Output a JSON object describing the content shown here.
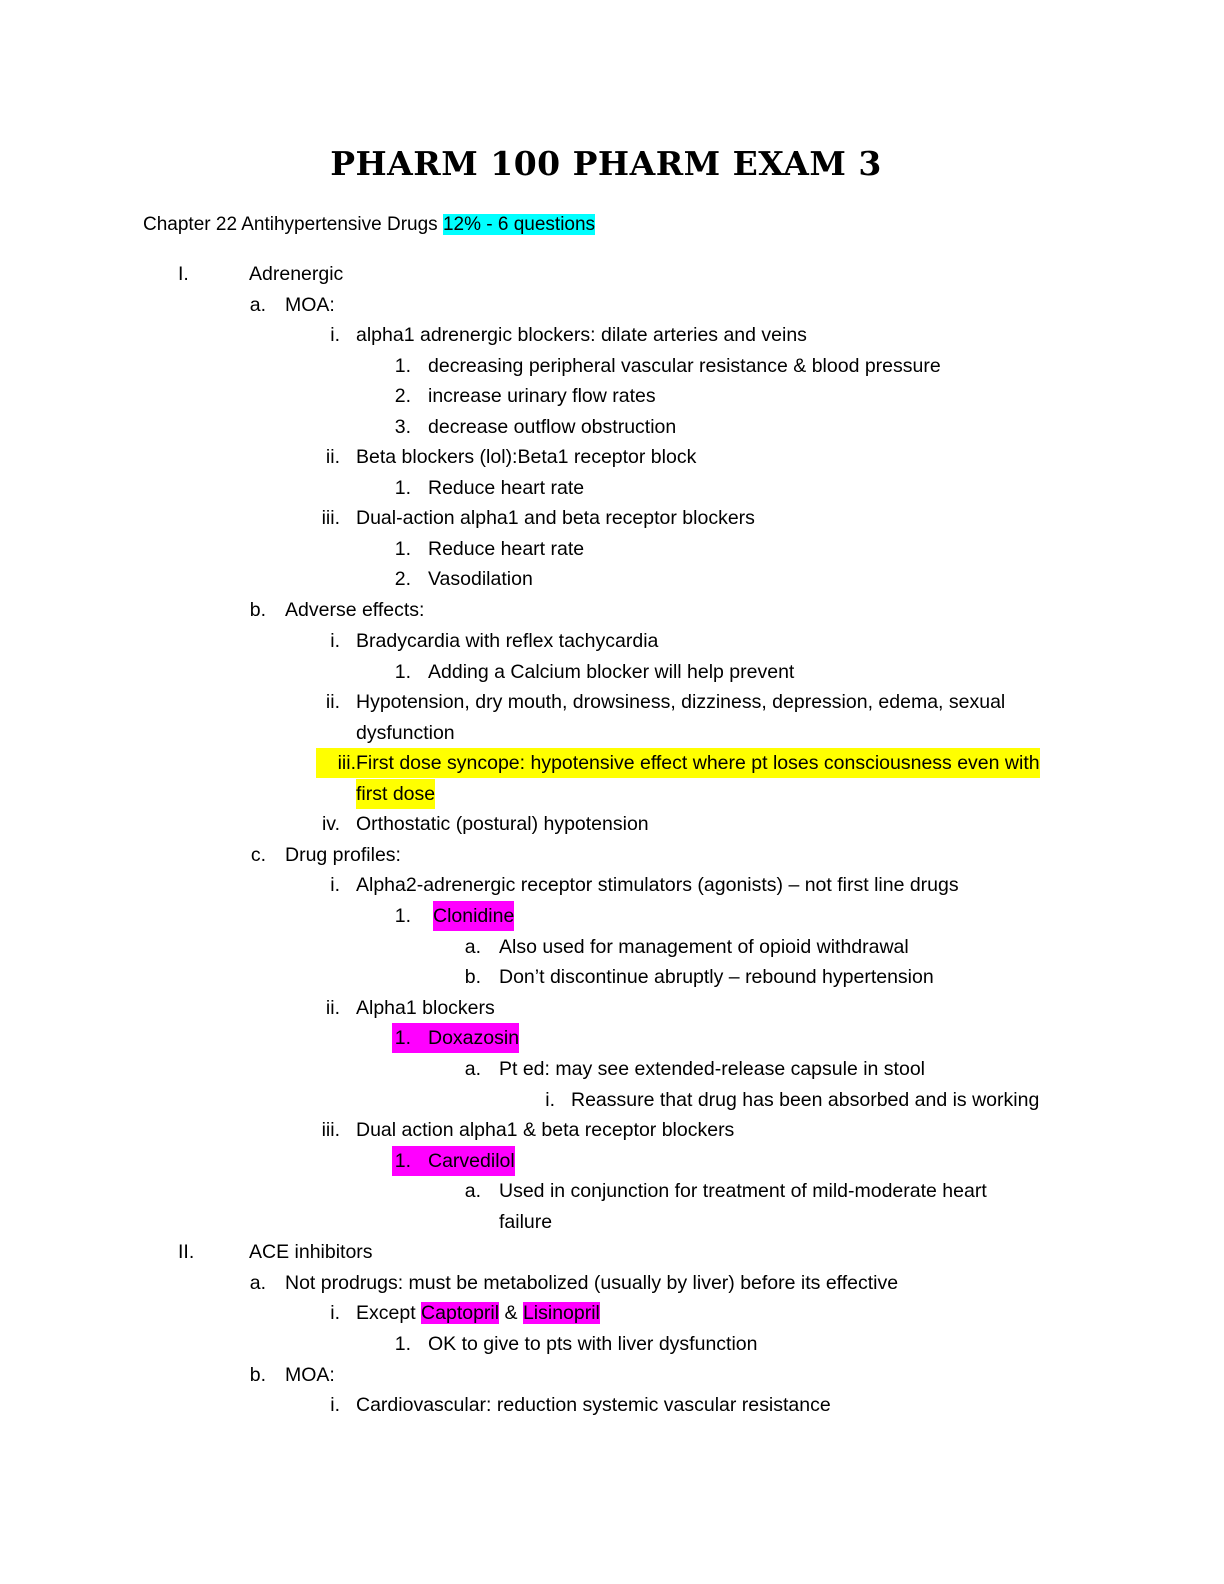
{
  "title": "PHARM 100 PHARM EXAM 3",
  "chapter": {
    "label": "Chapter 22 Antihypertensive Drugs",
    "highlight": "12% - 6 questions"
  },
  "outline": {
    "s1": {
      "marker": "I.",
      "text": "Adrenergic"
    },
    "s1a": {
      "marker": "a.",
      "text": "MOA:"
    },
    "s1a_i": {
      "marker": "i.",
      "text": "alpha1 adrenergic blockers: dilate arteries and veins"
    },
    "s1a_i_1": {
      "marker": "1.",
      "text": "decreasing peripheral vascular resistance & blood pressure"
    },
    "s1a_i_2": {
      "marker": "2.",
      "text": "increase urinary flow rates"
    },
    "s1a_i_3": {
      "marker": "3.",
      "text": "decrease outflow obstruction"
    },
    "s1a_ii": {
      "marker": "ii.",
      "text": "Beta blockers (lol):Beta1 receptor block"
    },
    "s1a_ii_1": {
      "marker": "1.",
      "text": "Reduce heart rate"
    },
    "s1a_iii": {
      "marker": "iii.",
      "text": "Dual-action alpha1 and beta receptor blockers"
    },
    "s1a_iii_1": {
      "marker": "1.",
      "text": "Reduce heart rate"
    },
    "s1a_iii_2": {
      "marker": "2.",
      "text": "Vasodilation"
    },
    "s1b": {
      "marker": "b.",
      "text": "Adverse effects:"
    },
    "s1b_i": {
      "marker": "i.",
      "text": "Bradycardia with reflex tachycardia"
    },
    "s1b_i_1": {
      "marker": "1.",
      "text": "Adding a Calcium blocker will help prevent"
    },
    "s1b_ii": {
      "marker": "ii.",
      "text": "Hypotension, dry mouth, drowsiness, dizziness, depression, edema, sexual",
      "cont": "dysfunction"
    },
    "s1b_iii": {
      "marker": "iii.",
      "text": "First dose syncope: hypotensive effect where pt loses consciousness even with",
      "cont": "first dose"
    },
    "s1b_iv": {
      "marker": "iv.",
      "text": "Orthostatic (postural) hypotension"
    },
    "s1c": {
      "marker": "c.",
      "text": "Drug profiles:"
    },
    "s1c_i": {
      "marker": "i.",
      "text": "Alpha2-adrenergic receptor stimulators (agonists) – not first line drugs"
    },
    "s1c_i_1": {
      "marker": "1.",
      "text": "Clonidine"
    },
    "s1c_i_1_a": {
      "marker": "a.",
      "text": "Also used for management of opioid withdrawal"
    },
    "s1c_i_1_b": {
      "marker": "b.",
      "text": "Don’t discontinue abruptly – rebound hypertension"
    },
    "s1c_ii": {
      "marker": "ii.",
      "text": "Alpha1 blockers"
    },
    "s1c_ii_1": {
      "marker": "1.",
      "text": "Doxazosin"
    },
    "s1c_ii_1_a": {
      "marker": "a.",
      "text": "Pt ed: may see extended-release capsule in stool"
    },
    "s1c_ii_1_a_i": {
      "marker": "i.",
      "text": "Reassure that drug has been absorbed and is working"
    },
    "s1c_iii": {
      "marker": "iii.",
      "text": "Dual action alpha1 & beta receptor blockers"
    },
    "s1c_iii_1": {
      "marker": "1.",
      "text": "Carvedilol"
    },
    "s1c_iii_1_a": {
      "marker": "a.",
      "text": "Used in conjunction for treatment of mild-moderate heart",
      "cont": "failure"
    },
    "s2": {
      "marker": "II.",
      "text": "ACE inhibitors"
    },
    "s2a": {
      "marker": "a.",
      "text": "Not prodrugs: must be metabolized (usually by liver) before its effective"
    },
    "s2a_i": {
      "marker": "i.",
      "pre": "Except ",
      "drug1": "Captopril",
      "amp": " & ",
      "drug2": "Lisinopril"
    },
    "s2a_i_1": {
      "marker": "1.",
      "text": "OK to give to pts with liver dysfunction"
    },
    "s2b": {
      "marker": "b.",
      "text": "MOA:"
    },
    "s2b_i": {
      "marker": "i.",
      "text": "Cardiovascular: reduction systemic vascular resistance"
    }
  },
  "colors": {
    "highlight_cyan": "#00ffff",
    "highlight_yellow": "#ffff00",
    "highlight_magenta": "#ff00ff"
  }
}
